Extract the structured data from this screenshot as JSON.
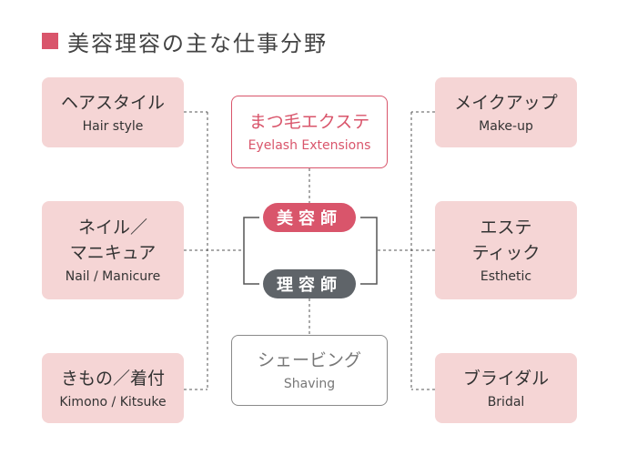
{
  "title": "美容理容の主な仕事分野",
  "colors": {
    "accent": "#d9556b",
    "box_fill": "#f5d5d5",
    "line": "#555555",
    "barber": "#5f6469",
    "gray_border": "#8a8a8a",
    "gray_text": "#777777"
  },
  "left": [
    {
      "jp": "ヘアスタイル",
      "en": "Hair style"
    },
    {
      "jp": "ネイル／\nマニキュア",
      "en": "Nail / Manicure"
    },
    {
      "jp": "きもの／着付",
      "en": "Kimono / Kitsuke"
    }
  ],
  "right": [
    {
      "jp": "メイクアップ",
      "en": "Make-up"
    },
    {
      "jp": "エステ\nティック",
      "en": "Esthetic"
    },
    {
      "jp": "ブライダル",
      "en": "Bridal"
    }
  ],
  "center_top": {
    "jp": "まつ毛エクステ",
    "en": "Eyelash Extensions"
  },
  "center_bottom": {
    "jp": "シェービング",
    "en": "Shaving"
  },
  "biyoushi": "美容師",
  "riyoushi": "理容師"
}
